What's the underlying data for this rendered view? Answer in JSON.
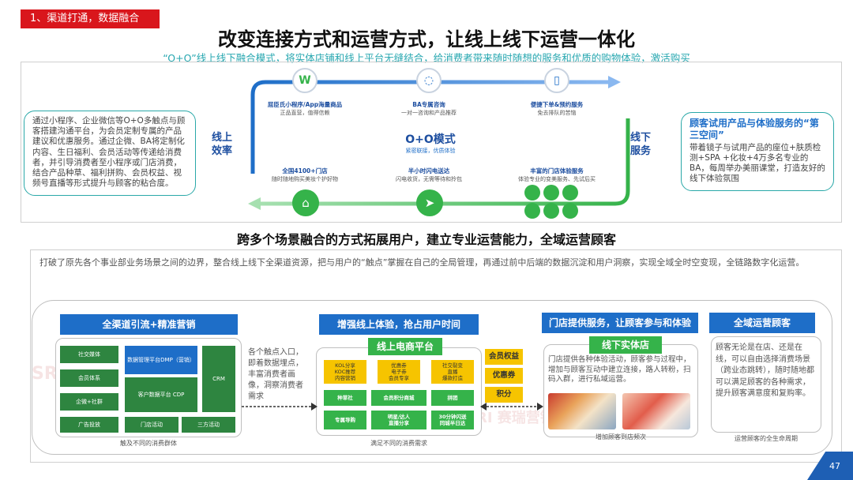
{
  "section_tag": "1、渠道打通，数据融合",
  "title": "改变连接方式和运营方式，让线上线下运营一体化",
  "subtitle": "“O+O”线上线下融合模式，将实体店铺和线上平台无缝结合，给消费者带来随时随想的服务和优质的购物体验，激活购买",
  "left_box": "通过小程序、企业微信等O+O多触点与顾客搭建沟通平台，为会员定制专属的产品建议和优惠服务。通过企微、BA将定制化内容、生日福利、会员活动等传递给消费者，并引导消费者至小程序或门店消费，结合产品种草、福利拼购、会员权益、视频号直播等形式提升与顾客的粘合度。",
  "right_box": {
    "heading": "顾客试用产品与体验服务的“第三空间”",
    "body": "带着镜子与试用产品的座位+肤质检测+SPA +化妆+4万多名专业的BA，每周举办美丽课堂，打造友好的线下体验氛围"
  },
  "flow": {
    "left_label": "线上\n效率",
    "right_label": "线下\n服务",
    "center_title": "O+O模式",
    "center_sub": "紧密联接，优质体验",
    "top_nodes": [
      {
        "title": "屈臣氏小程序/App海量商品",
        "sub": "正品直营，值得信赖"
      },
      {
        "title": "BA专属咨询",
        "sub": "一对一咨询和产品推荐"
      },
      {
        "title": "便捷下单&预约服务",
        "sub": "免去排队的苦恼"
      }
    ],
    "bottom_nodes": [
      {
        "title": "全国4100+门店",
        "sub": "随时随地购买美妆个护好物"
      },
      {
        "title": "半小时闪电送达",
        "sub": "闪电收货，无需等待和拎包"
      },
      {
        "title": "丰富的门店体验服务",
        "sub": "体验专业的变美服务、先试后买"
      }
    ],
    "icons": [
      "watsons-logo-icon",
      "chat-bubble-icon",
      "phone-order-icon",
      "store-icon",
      "delivery-scooter-icon",
      "service-grid-icon"
    ]
  },
  "slogan": "跨多个场景融合的方式拓展用户，建立专业运营能力，全域运营顾客",
  "description": "打破了原先各个事业部业务场景之间的边界，整合线上线下全渠道资源，把与用户的“触点”掌握在自己的全局管理，再通过前中后端的数据沉淀和用户洞察，实现全域全时空变现，全链路数字化运营。",
  "col1": {
    "header": "全渠道引流+精准营销",
    "left_items": [
      "社交媒体",
      "会员体系",
      "企微+社群",
      "广告投放"
    ],
    "dmp": "数据管理平台DMP（营销）",
    "cdp": "客户数据平台  CDP",
    "crm": "CRM",
    "bottom_items": [
      "门店活动",
      "三方活动"
    ],
    "caption": "触及不同的消费群体"
  },
  "mid_text": "各个触点入口，即着数据埋点，丰富消费者画像，洞察消费者需求",
  "col2": {
    "header": "增强线上体验，抢占用户时间",
    "sub_header": "线上电商平台",
    "yellow": [
      "KOL分享\nKOC推荐\n内容营销",
      "优惠券\n电子券\n会员专享",
      "社交裂变\n直播\n爆款打造"
    ],
    "green": [
      "种草社",
      "会员积分商城",
      "拼团",
      "专属导购",
      "明星/达人\n直播分享",
      "30分钟闪送\n同城半日达"
    ],
    "caption": "满足不同的消费需求"
  },
  "tags": [
    "会员权益",
    "优惠券",
    "积分"
  ],
  "col3": {
    "header": "门店提供服务，让顾客参与和体验",
    "sub_header": "线下实体店",
    "text": "门店提供各种体验活动，顾客参与过程中，增加与顾客互动中建立连接，路人转粉，扫码入群，进行私域运营。",
    "caption": "增加顾客到店频次"
  },
  "col4": {
    "header": "全域运营顾客",
    "text": "顾客无论是在店、还是在线，可以自由选择消费场景（跨业态跳转），随时随地都可以满足顾客的各种需求，提升顾客满意度和复购率。",
    "caption": "运营顾客的全生命周期"
  },
  "watermark": "SRI 赛瑞营销研究",
  "page_number": "47",
  "colors": {
    "accent_red": "#d9161c",
    "brand_blue": "#1e6ec8",
    "brand_green": "#35b34a",
    "teal": "#27a7b0",
    "yellow": "#f6c400"
  }
}
